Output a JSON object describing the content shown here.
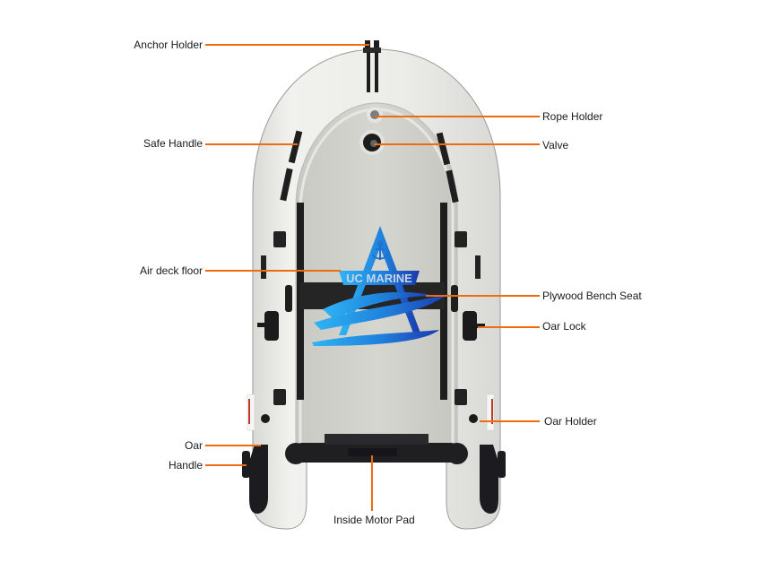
{
  "diagram": {
    "subject": "Inflatable boat (top view)",
    "accent_color": "#f26a10",
    "logo": {
      "text": "UC MARINE",
      "icon": "anchor-icon",
      "colors": [
        "#29a9ef",
        "#1c3fb0"
      ]
    },
    "callouts": [
      {
        "id": "anchor-holder",
        "label": "Anchor Holder",
        "side": "left"
      },
      {
        "id": "safe-handle",
        "label": "Safe Handle",
        "side": "left"
      },
      {
        "id": "air-deck-floor",
        "label": "Air deck floor",
        "side": "left"
      },
      {
        "id": "oar",
        "label": "Oar",
        "side": "left"
      },
      {
        "id": "handle",
        "label": "Handle",
        "side": "left"
      },
      {
        "id": "rope-holder",
        "label": "Rope Holder",
        "side": "right"
      },
      {
        "id": "valve",
        "label": "Valve",
        "side": "right"
      },
      {
        "id": "plywood-bench-seat",
        "label": "Plywood Bench Seat",
        "side": "right"
      },
      {
        "id": "oar-lock",
        "label": "Oar Lock",
        "side": "right"
      },
      {
        "id": "oar-holder",
        "label": "Oar Holder",
        "side": "right"
      },
      {
        "id": "inside-motor-pad",
        "label": "Inside Motor Pad",
        "side": "bottom"
      }
    ]
  }
}
